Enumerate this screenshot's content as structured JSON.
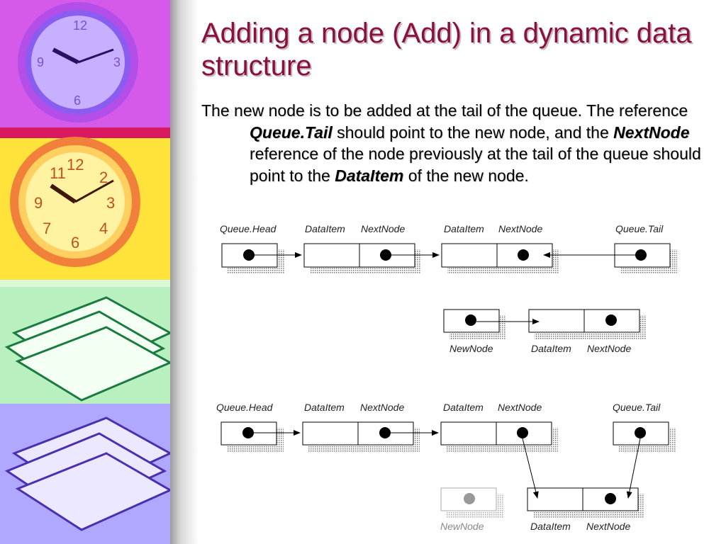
{
  "slide": {
    "title": "Adding a node (Add) in a dynamic data structure",
    "body": {
      "part1": "The new node is to be added at the tail of the queue. The reference ",
      "term1": "Queue.Tail",
      "part2": " should point to the new node, and the ",
      "term2": "NextNode",
      "part3": " reference of the node previously at the tail of the queue should point to the ",
      "term3": "DataItem",
      "part4": " of the new node."
    }
  },
  "diagram_top": {
    "queue_head_label": "Queue.Head",
    "node1_dataitem_label": "DataItem",
    "node1_nextnode_label": "NextNode",
    "node2_dataitem_label": "DataItem",
    "node2_nextnode_label": "NextNode",
    "queue_tail_label": "Queue.Tail",
    "newnode_label": "NewNode",
    "new_dataitem_label": "DataItem",
    "new_nextnode_label": "NextNode"
  },
  "diagram_bottom": {
    "queue_head_label": "Queue.Head",
    "node1_dataitem_label": "DataItem",
    "node1_nextnode_label": "NextNode",
    "node2_dataitem_label": "DataItem",
    "node2_nextnode_label": "NextNode",
    "queue_tail_label": "Queue.Tail",
    "newnode_label": "NewNode",
    "new_dataitem_label": "DataItem",
    "new_nextnode_label": "NextNode"
  },
  "colors": {
    "title": "#8a1040",
    "newnode_faded": "#888888"
  }
}
